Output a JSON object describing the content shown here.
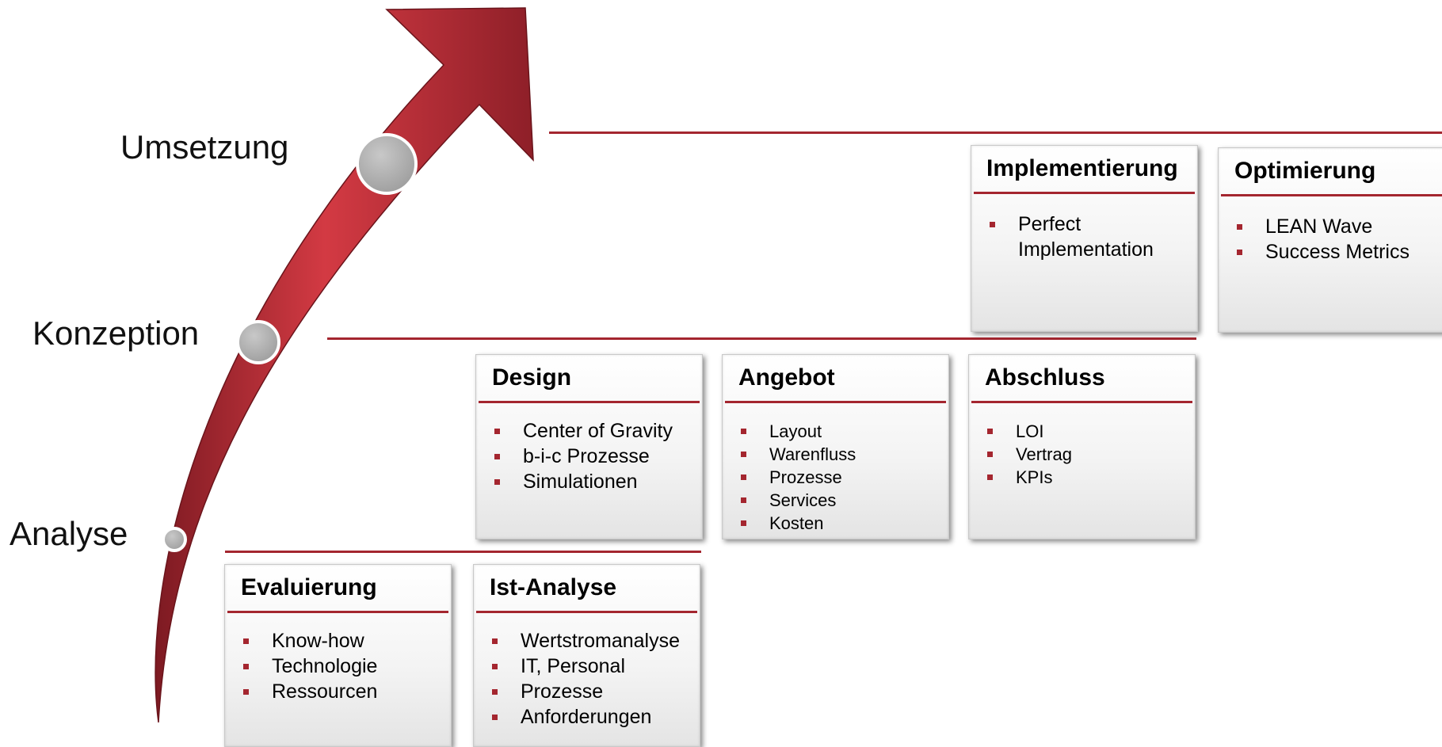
{
  "phases": {
    "analyse": "Analyse",
    "konzeption": "Konzeption",
    "umsetzung": "Umsetzung"
  },
  "colors": {
    "accent": "#a4262f",
    "arrow_light": "#d33a43",
    "arrow_dark": "#7d1a22",
    "milestone": "#b3b3b3"
  },
  "boxes": {
    "evaluierung": {
      "title": "Evaluierung",
      "items": [
        "Know-how",
        "Technologie",
        "Ressourcen"
      ]
    },
    "ist_analyse": {
      "title": "Ist-Analyse",
      "items": [
        "Wertstromanalyse",
        "IT, Personal",
        "Prozesse",
        "Anforderungen"
      ]
    },
    "design": {
      "title": "Design",
      "items": [
        "Center of Gravity",
        "b-i-c Prozesse",
        "Simulationen"
      ]
    },
    "angebot": {
      "title": "Angebot",
      "items": [
        "Layout",
        "Warenfluss",
        "Prozesse",
        "Services",
        "Kosten"
      ]
    },
    "abschluss": {
      "title": "Abschluss",
      "items": [
        "LOI",
        "Vertrag",
        "KPIs"
      ]
    },
    "implementierung": {
      "title": "Implementierung",
      "items": [
        "Perfect",
        "Implementation"
      ]
    },
    "optimierung": {
      "title": "Optimierung",
      "items": [
        "LEAN Wave",
        "Success Metrics"
      ]
    }
  }
}
